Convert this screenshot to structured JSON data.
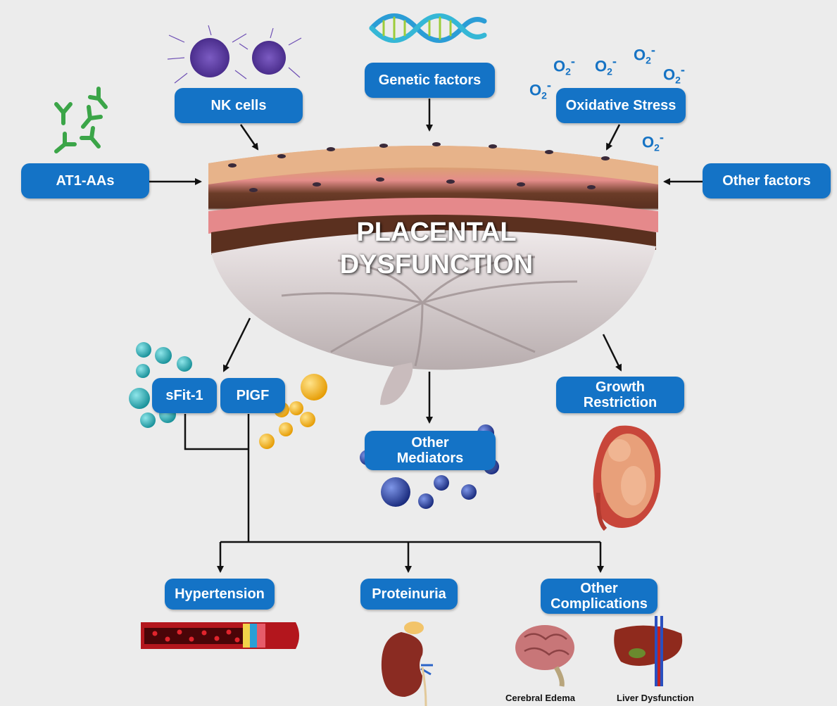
{
  "diagram": {
    "center_title_line1": "PLACENTAL",
    "center_title_line2": "DYSFUNCTION",
    "causes": {
      "at1": "AT1-AAs",
      "nk": "NK cells",
      "genetic": "Genetic factors",
      "oxidative": "Oxidative Stress",
      "other_factors": "Other factors"
    },
    "mediators": {
      "sflt": "sFit-1",
      "pigf": "PIGF",
      "other_med_1": "Other",
      "other_med_2": "Mediators",
      "growth_1": "Growth",
      "growth_2": "Restriction"
    },
    "outcomes": {
      "hypertension": "Hypertension",
      "proteinuria": "Proteinuria",
      "other_comp_1": "Other",
      "other_comp_2": "Complications",
      "cerebral": "Cerebral Edema",
      "liver": "Liver Dysfunction"
    },
    "o2_label": "O",
    "o2_sub": "2",
    "o2_charge": "-"
  },
  "colors": {
    "pill_blue": "#1473c6",
    "background": "#ececec",
    "teal": "#2ab0b8",
    "gold": "#f5b51c",
    "navy": "#1f3a9b"
  }
}
